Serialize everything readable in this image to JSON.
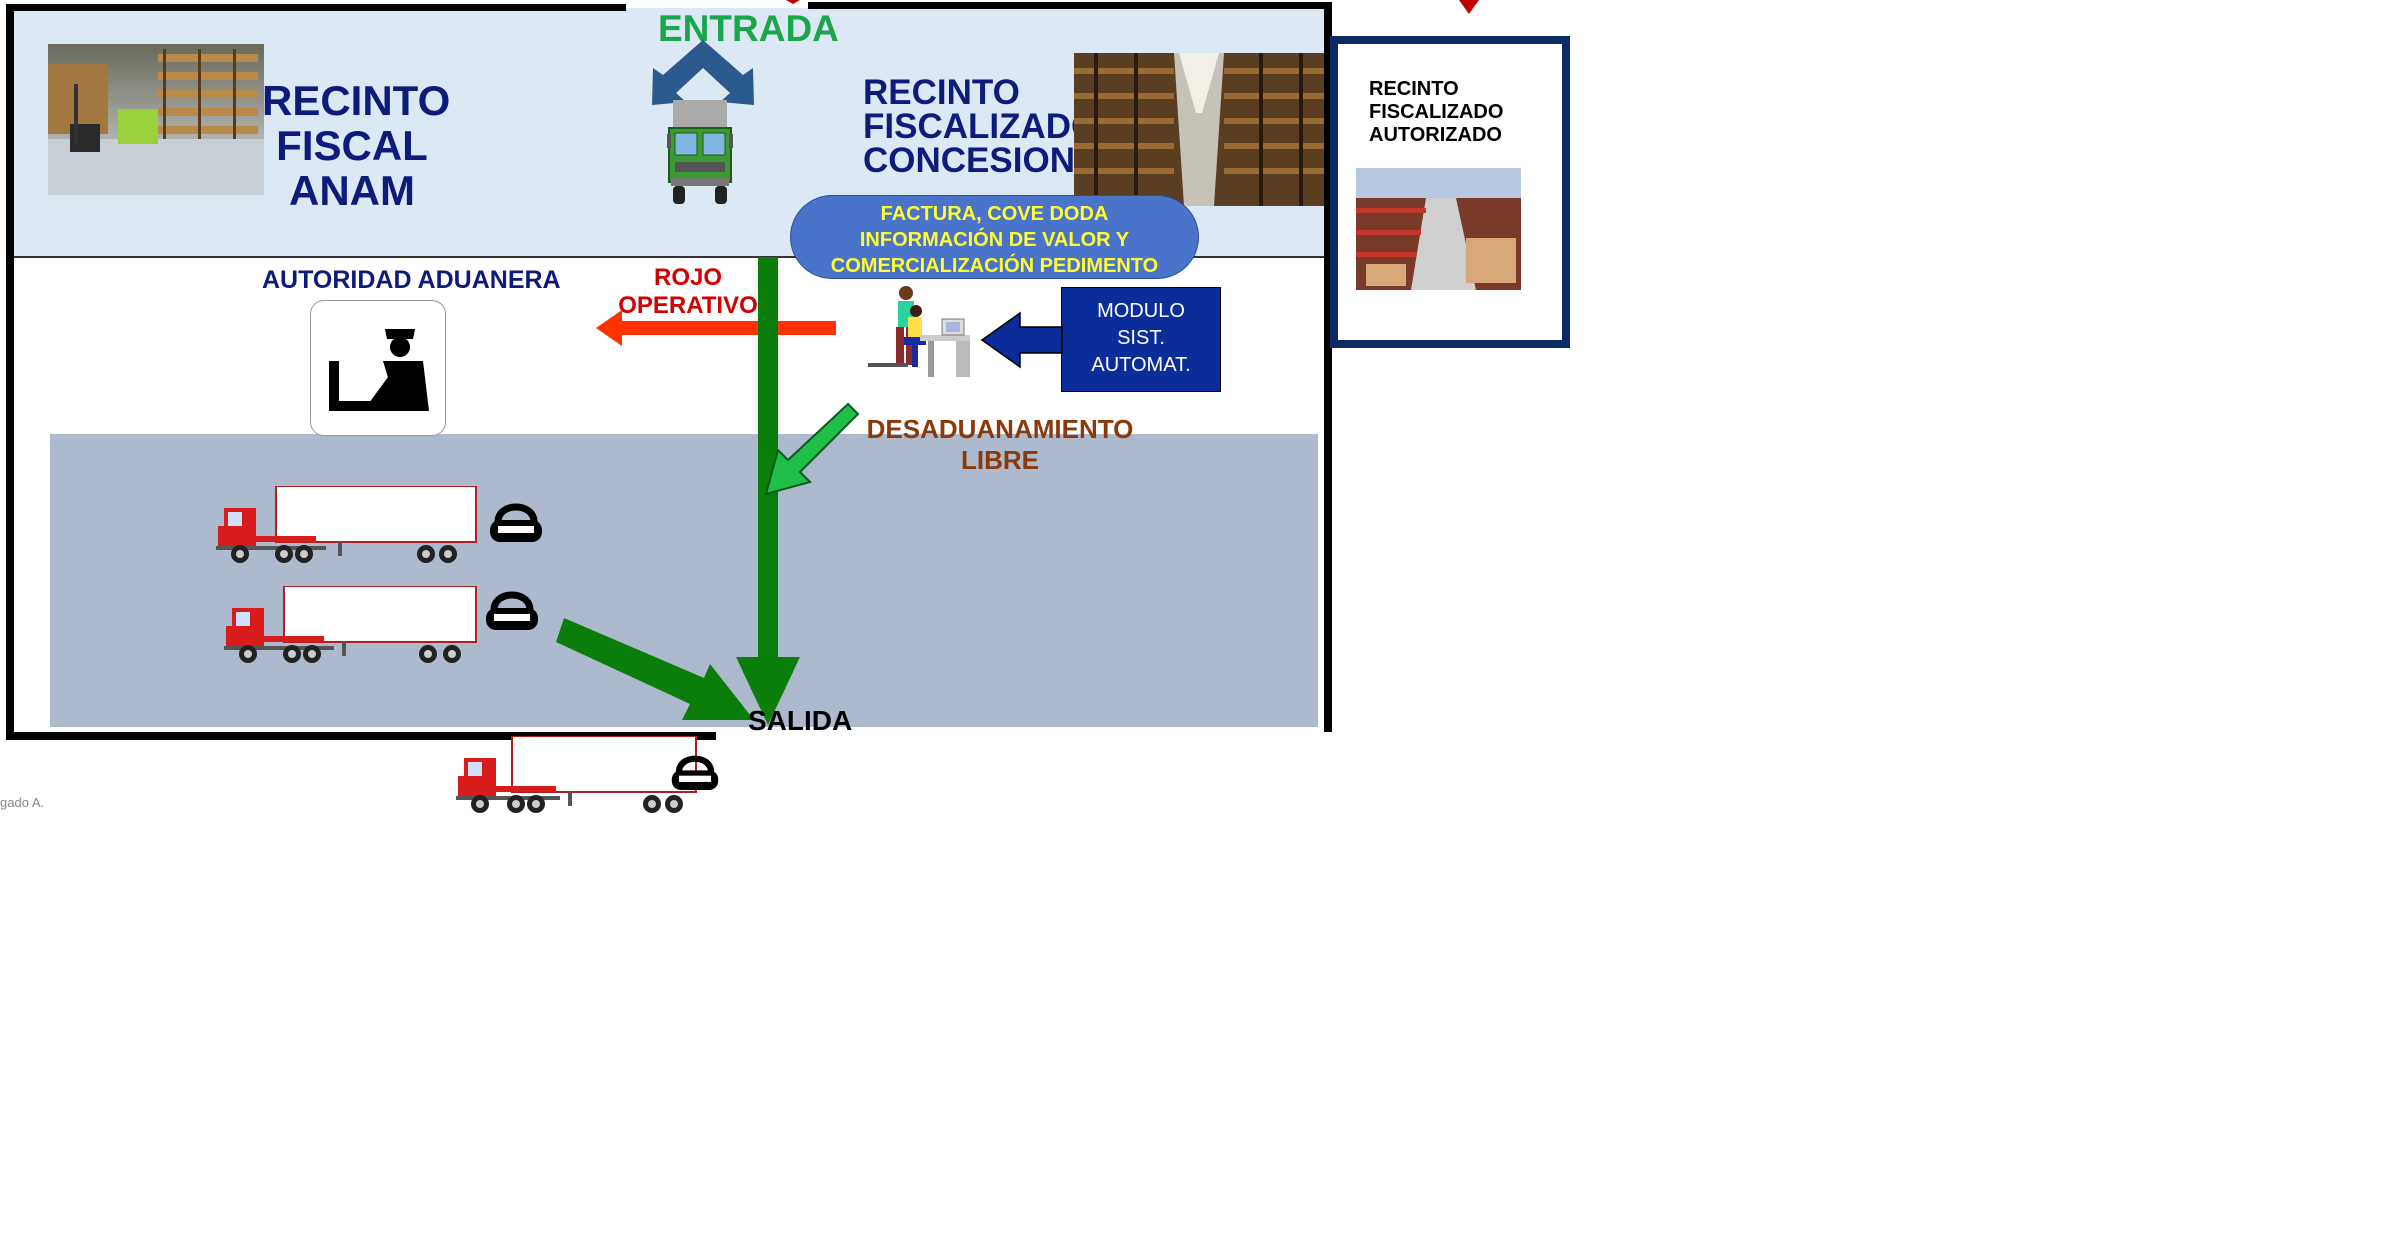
{
  "labels": {
    "entrada": "ENTRADA",
    "recinto_fiscal_anam": "RECINTO\nFISCAL\nANAM",
    "recinto_concesionado": "RECINTO\nFISCALIZADO\nCONCESIONADO",
    "recinto_autorizado": "RECINTO\nFISCALIZADO\nAUTORIZADO",
    "factura": "FACTURA, COVE DODA\nINFORMACIÓN DE VALOR Y\nCOMERCIALIZACIÓN PEDIMENTO",
    "autoridad_aduanera": "AUTORIDAD ADUANERA",
    "rojo_operativo": "ROJO\nOPERATIVO",
    "modulo": "MODULO\nSIST.\nAUTOMAT.",
    "desaduanamiento": "DESADUANAMIENTO\nLIBRE",
    "salida": "SALIDA",
    "footer_fragment": "gado A."
  },
  "colors": {
    "top_band": "#dde8f5",
    "yard": "#adb9cc",
    "green_arrow": "#0b7d0b",
    "red_arrow": "#ff3300",
    "navy": "#0d1b7a",
    "module_box": "#0a2d9a",
    "pill": "#4a74c9",
    "pill_text": "#ffff33",
    "rojo_text": "#d40000",
    "desaduanamiento_text": "#8a3a0a",
    "entrada_text": "#1aa64a"
  },
  "icons": [
    "entrada-double-arrow-icon",
    "green-truck-icon",
    "customs-officer-icon",
    "workers-computer-icon",
    "red-truck-icon",
    "padlock-icon",
    "warehouse-photo",
    "red-down-arrow-icon"
  ]
}
